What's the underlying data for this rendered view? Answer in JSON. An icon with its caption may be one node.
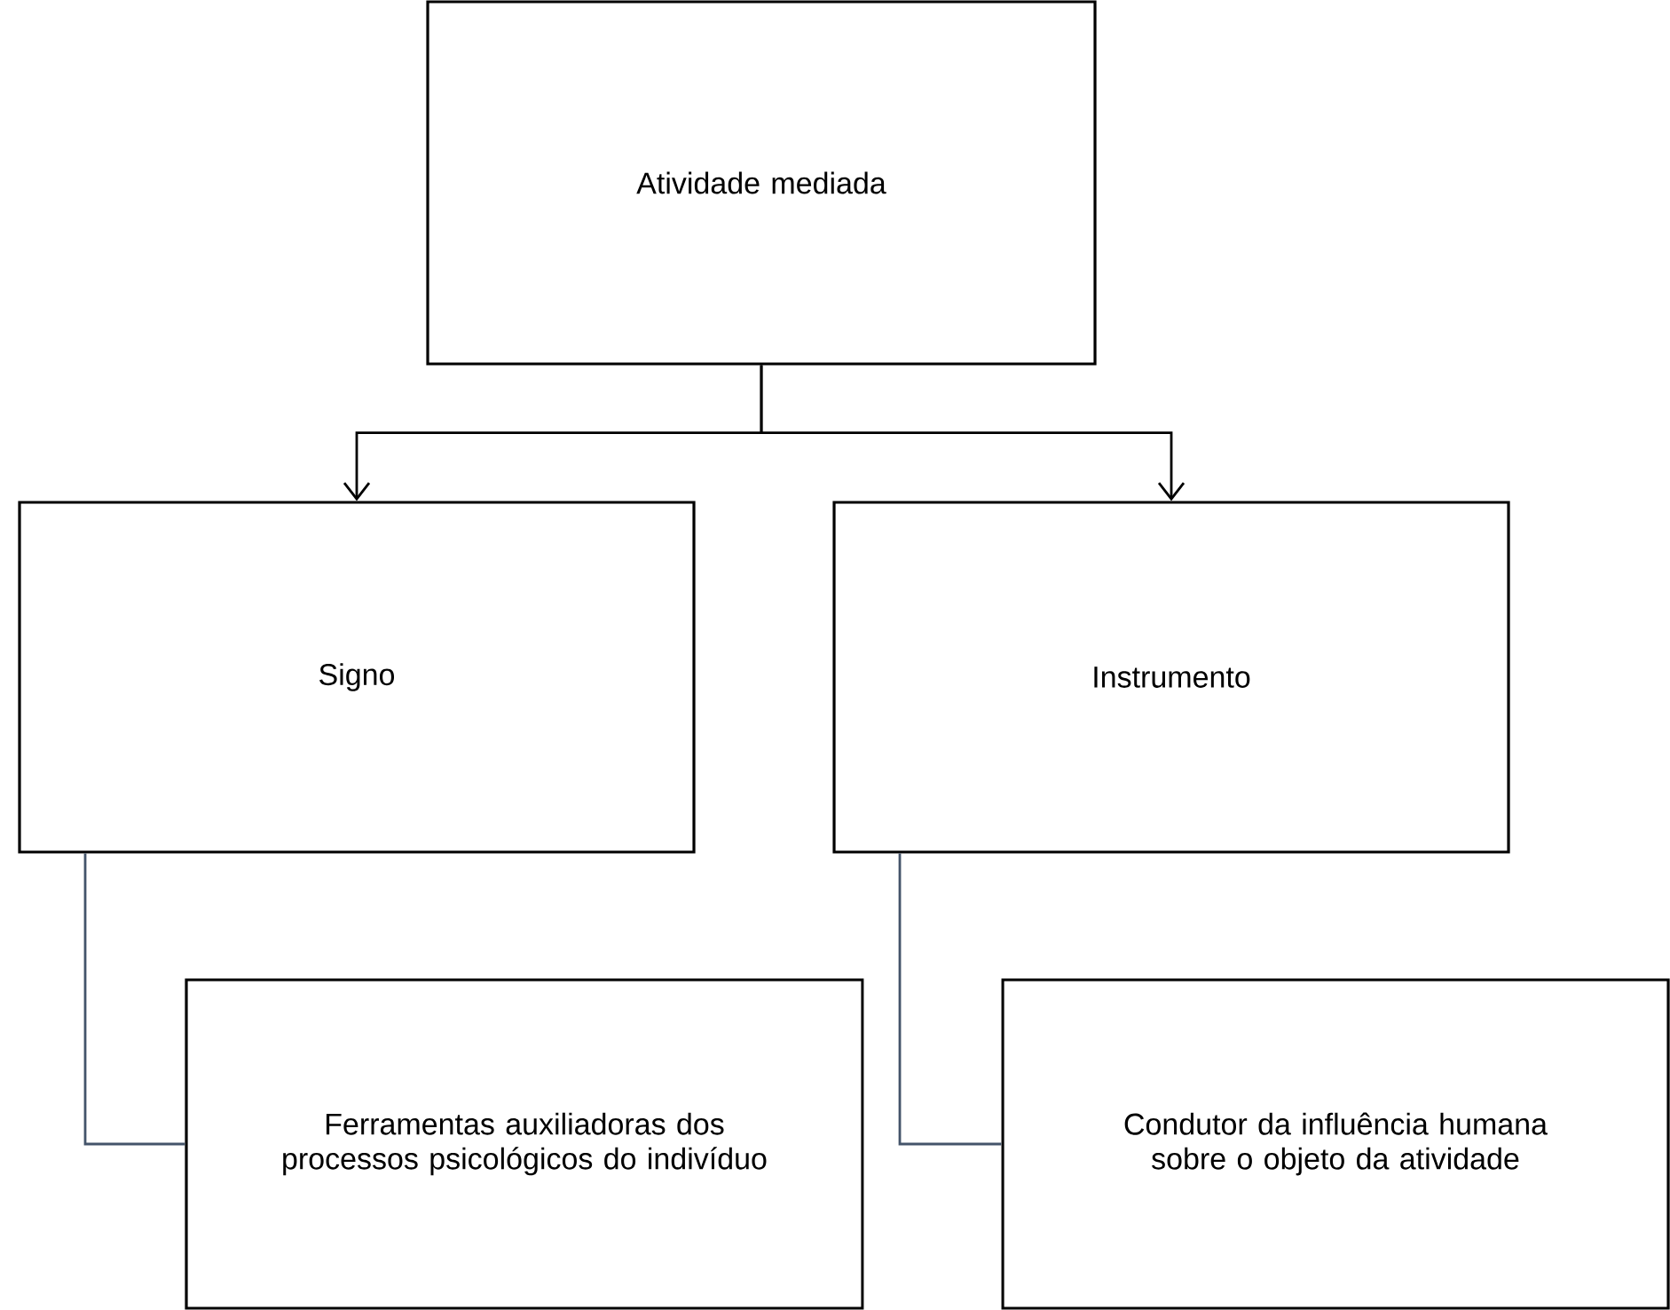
{
  "diagram": {
    "nodes": [
      {
        "text": [
          "Atividade mediada"
        ]
      },
      {
        "text": [
          "Signo"
        ]
      },
      {
        "text": [
          "Instrumento"
        ]
      },
      {
        "text": [
          "Ferramentas auxiliadoras dos processos psicológicos do indivíduo"
        ]
      },
      {
        "text": [
          "Condutor da influência humana sobre o objeto da atividade"
        ]
      }
    ],
    "edges": [
      {
        "from": 0,
        "to": 1,
        "arrow": "to"
      },
      {
        "from": 0,
        "to": 2,
        "arrow": "to"
      },
      {
        "from": 1,
        "to": 3,
        "arrow": "none",
        "color": "#44546a"
      },
      {
        "from": 2,
        "to": 4,
        "arrow": "none",
        "color": "#44546a"
      }
    ]
  }
}
